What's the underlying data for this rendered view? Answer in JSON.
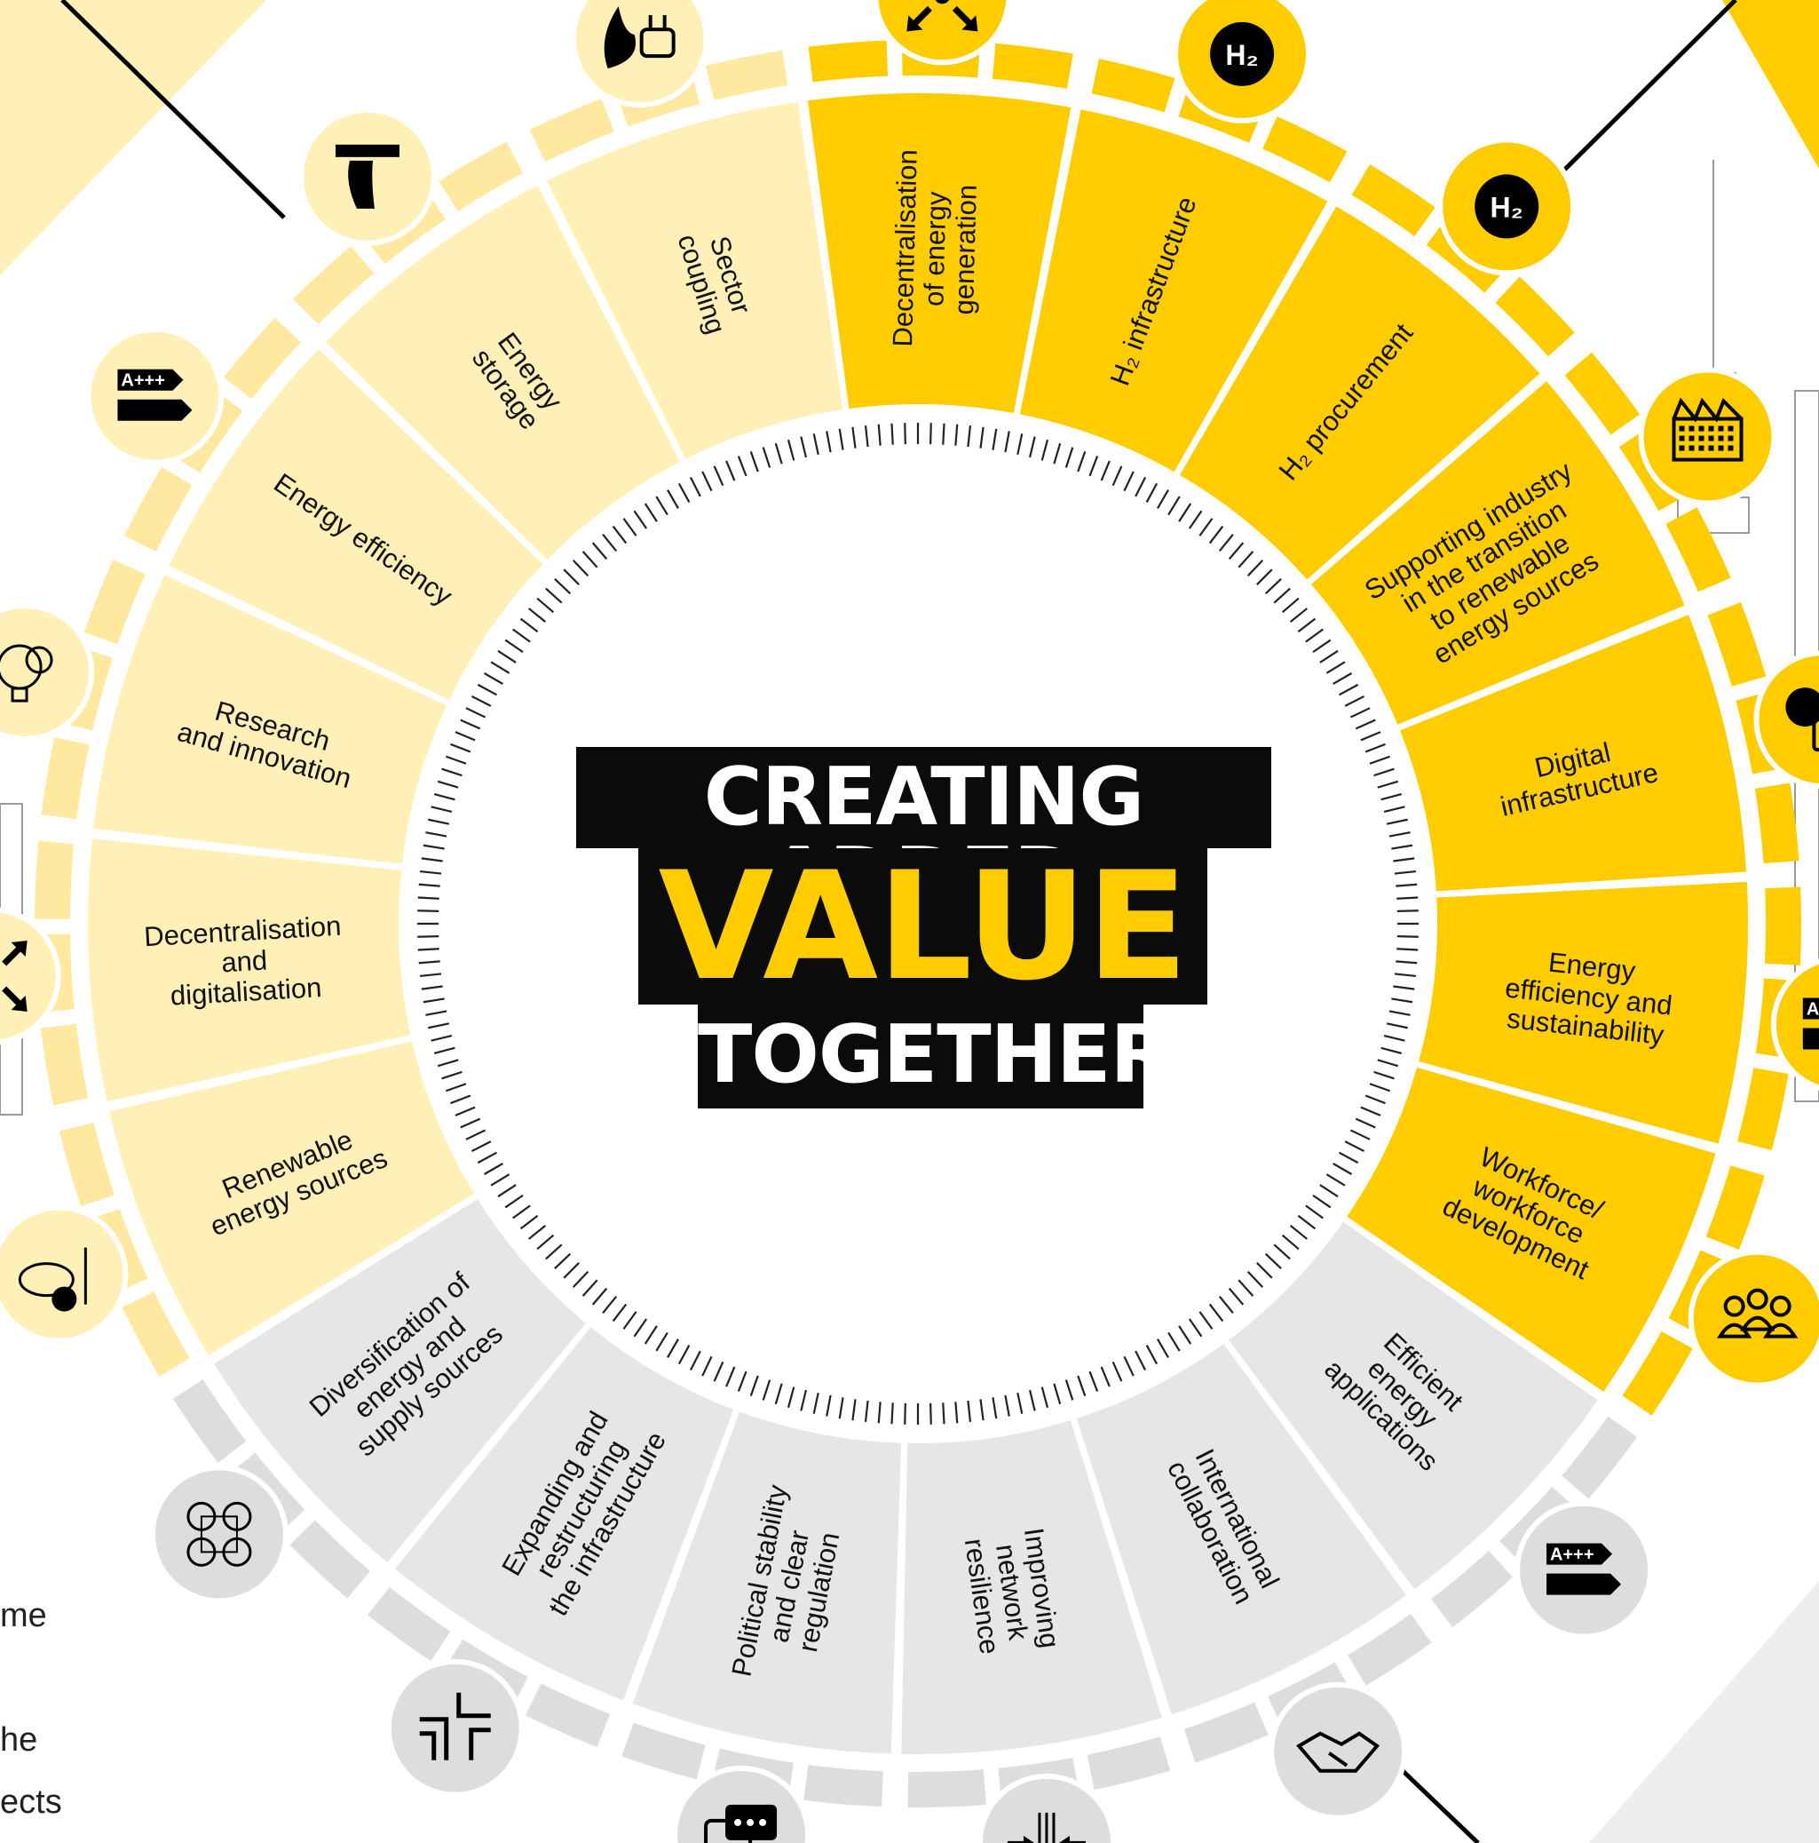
{
  "title": {
    "line1": "CREATING ADDED",
    "line2": "VALUE",
    "line3": "TOGETHER"
  },
  "colors": {
    "light_yellow": "#FFF0B8",
    "yellow": "#FFCC00",
    "grey": "#E6E6E6",
    "black": "#000000"
  },
  "segments": [
    {
      "label": [
        "Decentralisation",
        "of energy",
        "generation"
      ],
      "group": "yellow",
      "icon": "decentralisation-arrows-icon"
    },
    {
      "label": [
        "H₂ infrastructure"
      ],
      "group": "yellow",
      "icon": "h2-icon"
    },
    {
      "label": [
        "H₂ procurement"
      ],
      "group": "yellow",
      "icon": "h2-icon"
    },
    {
      "label": [
        "Supporting industry",
        "in the transition",
        "to renewable",
        "energy sources"
      ],
      "group": "yellow",
      "icon": "factory-icon"
    },
    {
      "label": [
        "Digital",
        "infrastructure"
      ],
      "group": "yellow",
      "icon": "touch-screen-icon"
    },
    {
      "label": [
        "Energy",
        "efficiency and",
        "sustainability"
      ],
      "group": "yellow",
      "icon": "efficiency-label-icon",
      "icon_text": "A+++"
    },
    {
      "label": [
        "Workforce/",
        "workforce",
        "development"
      ],
      "group": "yellow",
      "icon": "people-group-icon"
    },
    {
      "label": [
        "Efficient",
        "energy",
        "applications"
      ],
      "group": "grey",
      "icon": "efficiency-label-icon",
      "icon_text": "A+++"
    },
    {
      "label": [
        "International",
        "collaboration"
      ],
      "group": "grey",
      "icon": "handshake-icon"
    },
    {
      "label": [
        "Improving",
        "network",
        "resilience"
      ],
      "group": "grey",
      "icon": "converging-arrows-icon"
    },
    {
      "label": [
        "Political stability",
        "and clear",
        "regulation"
      ],
      "group": "grey",
      "icon": "chat-bubbles-icon"
    },
    {
      "label": [
        "Expanding and",
        "restructuring",
        "the infrastructure"
      ],
      "group": "grey",
      "icon": "pipes-icon"
    },
    {
      "label": [
        "Diversification of",
        "energy and",
        "supply sources"
      ],
      "group": "grey",
      "icon": "energy-sources-icon"
    },
    {
      "label": [
        "Renewable",
        "energy sources"
      ],
      "group": "light",
      "icon": "renewables-icon"
    },
    {
      "label": [
        "Decentralisation",
        "and",
        "digitalisation"
      ],
      "group": "light",
      "icon": "decentralisation-arrows-icon"
    },
    {
      "label": [
        "Research",
        "and innovation"
      ],
      "group": "light",
      "icon": "innovation-bulb-icon"
    },
    {
      "label": [
        "Energy efficiency"
      ],
      "group": "light",
      "icon": "efficiency-label-icon",
      "icon_text": "A+++"
    },
    {
      "label": [
        "Energy",
        "storage"
      ],
      "group": "light",
      "icon": "energy-storage-icon"
    },
    {
      "label": [
        "Sector",
        "coupling"
      ],
      "group": "light",
      "icon": "flame-plug-icon"
    }
  ],
  "side_text": [
    "me",
    "he",
    "ects"
  ]
}
